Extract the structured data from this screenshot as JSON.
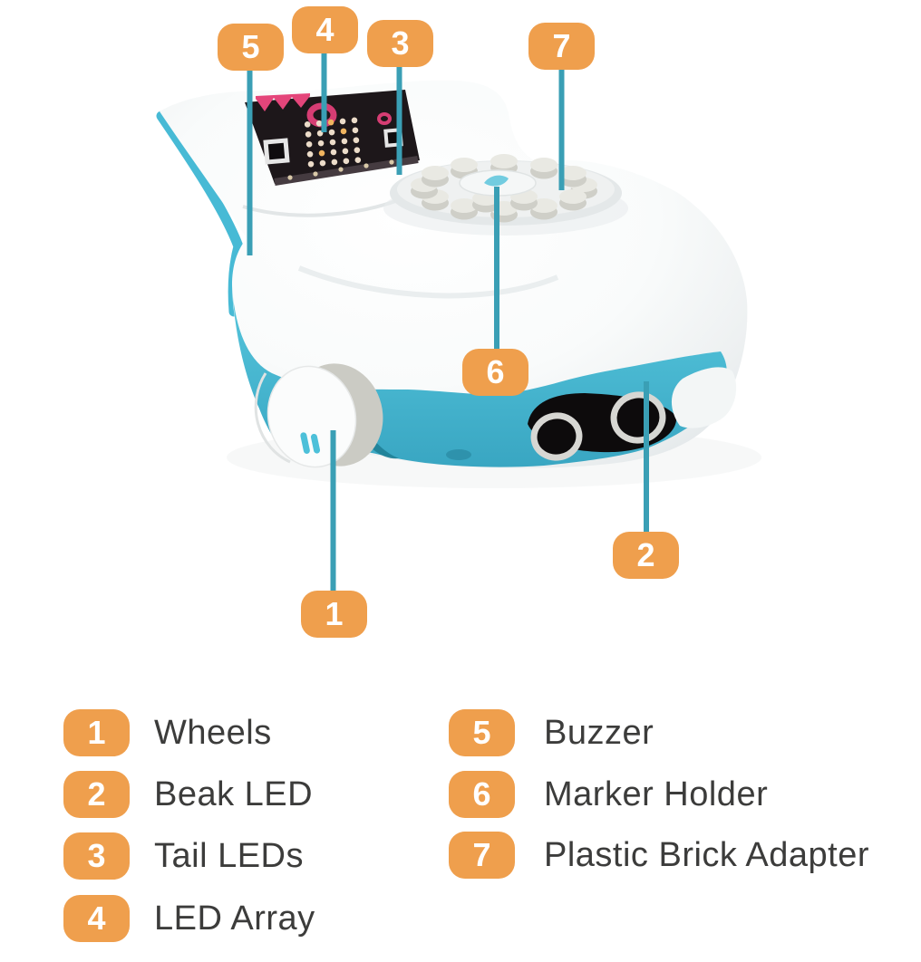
{
  "colors": {
    "badge_orange": "#EF9F4D",
    "line_teal": "#3A9FB5",
    "body_teal": "#49BCD6",
    "label_text": "#3C3C3B"
  },
  "callouts": {
    "c1": {
      "num": "1"
    },
    "c2": {
      "num": "2"
    },
    "c3": {
      "num": "3"
    },
    "c4": {
      "num": "4"
    },
    "c5": {
      "num": "5"
    },
    "c6": {
      "num": "6"
    },
    "c7": {
      "num": "7"
    }
  },
  "legend": {
    "left": [
      {
        "num": "1",
        "label": "Wheels"
      },
      {
        "num": "2",
        "label": "Beak LED"
      },
      {
        "num": "3",
        "label": "Tail LEDs"
      },
      {
        "num": "4",
        "label": "LED Array"
      }
    ],
    "right": [
      {
        "num": "5",
        "label": "Buzzer"
      },
      {
        "num": "6",
        "label": "Marker Holder"
      },
      {
        "num": "7",
        "label": "Plastic Brick Adapter"
      }
    ]
  }
}
